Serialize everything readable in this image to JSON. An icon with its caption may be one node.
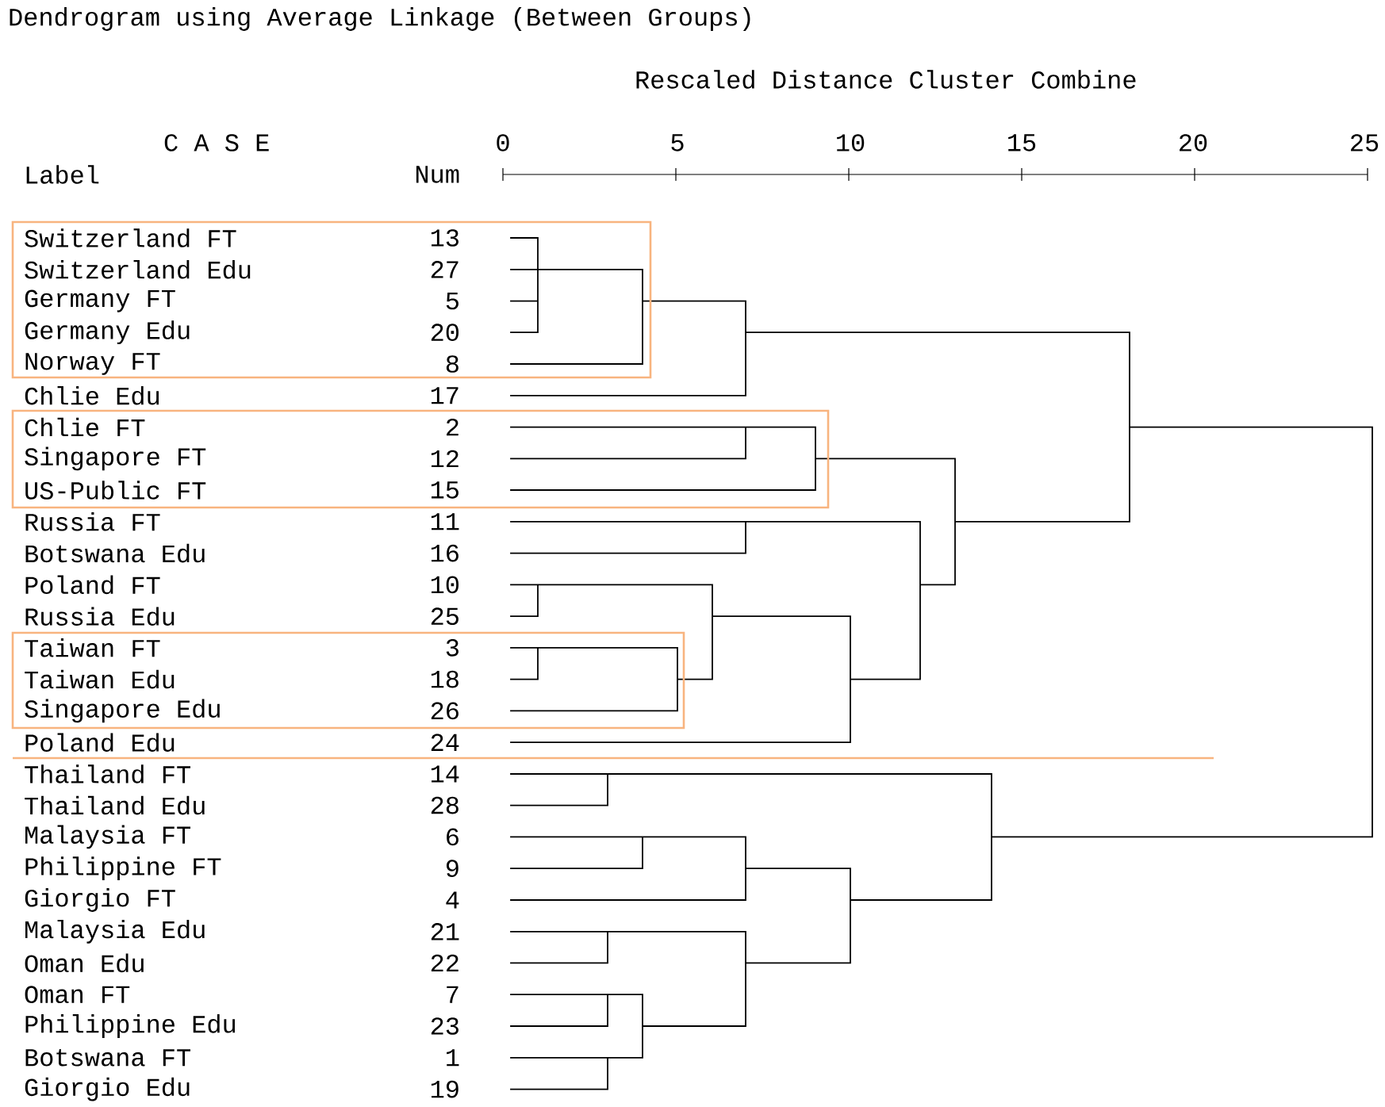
{
  "diagram": {
    "title": "Dendrogram using Average Linkage (Between Groups)",
    "nodes": [
      {
        "text": [
          "Switzerland FT",
          "13",
          "Switzerland Edu",
          "27",
          "Germany FT",
          "5",
          "Germany Edu",
          "20",
          "Norway FT",
          "8"
        ]
      },
      {
        "text": [
          "Chlie FT",
          "2",
          "Singapore FT",
          "12",
          "US-Public FT",
          "15"
        ]
      },
      {
        "text": [
          "Taiwan FT",
          "3",
          "Taiwan Edu",
          "18",
          "Singapore Edu",
          "26"
        ]
      }
    ],
    "labels": [
      "Rescaled Distance Cluster Combine",
      "C A S E",
      "0",
      "5",
      "10",
      "15",
      "20",
      "25",
      "Label",
      "Num",
      "Chlie Edu",
      "17",
      "Russia FT",
      "11",
      "Botswana Edu",
      "16",
      "Poland FT",
      "10",
      "Russia Edu",
      "25",
      "Poland Edu",
      "24",
      "Thailand FT",
      "14",
      "Thailand Edu",
      "28",
      "Malaysia FT",
      "6",
      "Philippine FT",
      "9",
      "Giorgio FT",
      "4",
      "Malaysia Edu",
      "21",
      "Oman Edu",
      "22",
      "Oman FT",
      "7",
      "Philippine Edu",
      "23",
      "Botswana FT",
      "1",
      "Giorgio Edu",
      "19"
    ]
  }
}
